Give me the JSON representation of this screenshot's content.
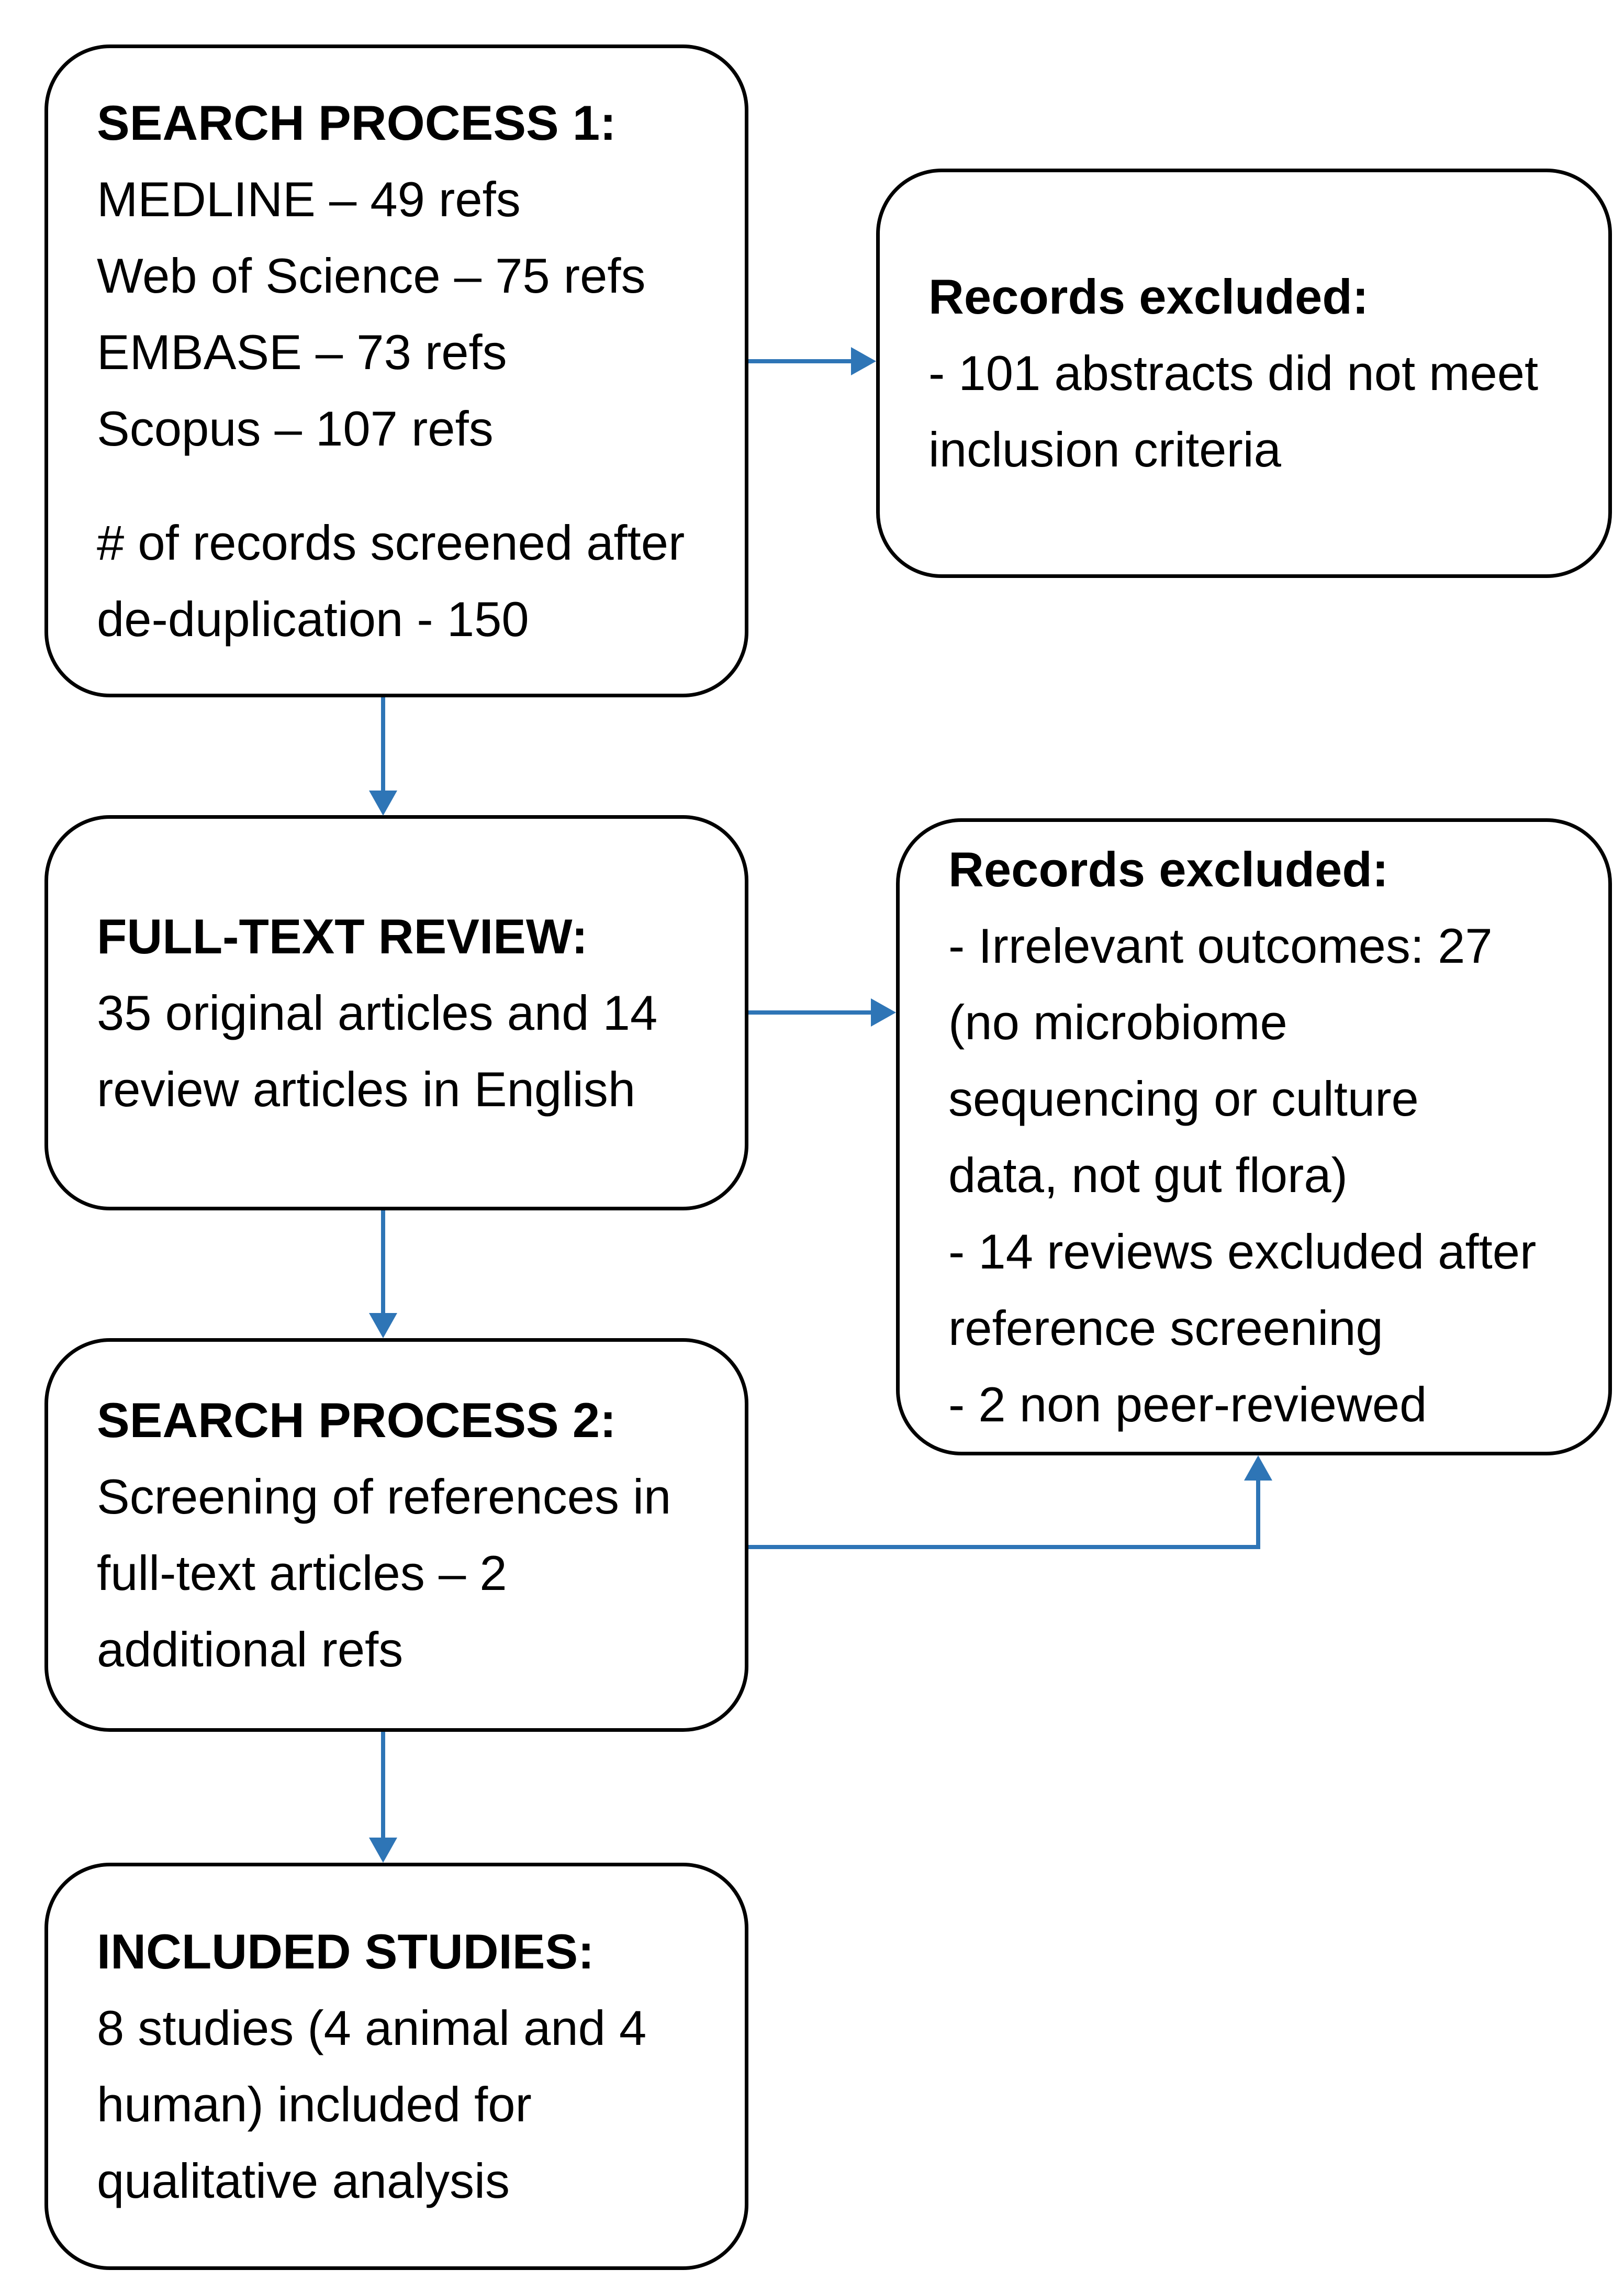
{
  "colors": {
    "arrow": "#2E75B6",
    "box_border": "#000000",
    "background": "#FFFFFF",
    "text": "#000000"
  },
  "boxes": {
    "search1": {
      "title": "SEARCH PROCESS 1:",
      "lines": [
        "MEDLINE – 49 refs",
        "Web of Science – 75 refs",
        "EMBASE – 73 refs",
        "Scopus – 107 refs"
      ],
      "note_lines": [
        "# of records screened after",
        "de-duplication - 150"
      ]
    },
    "excluded1": {
      "title": "Records excluded:",
      "lines": [
        "- 101 abstracts did not meet",
        "inclusion criteria"
      ]
    },
    "fulltext": {
      "title": "FULL-TEXT REVIEW:",
      "lines": [
        "35 original articles and 14",
        "review articles in English"
      ]
    },
    "excluded2": {
      "title": "Records excluded:",
      "lines": [
        "- Irrelevant outcomes: 27",
        "(no microbiome",
        "sequencing or culture",
        "data, not gut flora)",
        "- 14 reviews excluded after",
        "reference screening",
        "- 2 non peer-reviewed"
      ]
    },
    "search2": {
      "title": "SEARCH PROCESS 2:",
      "lines": [
        "Screening of references in",
        "full-text articles – 2",
        "additional refs"
      ]
    },
    "included": {
      "title": "INCLUDED STUDIES:",
      "lines": [
        "8 studies (4 animal and 4",
        "human) included for",
        "qualitative analysis"
      ]
    }
  }
}
